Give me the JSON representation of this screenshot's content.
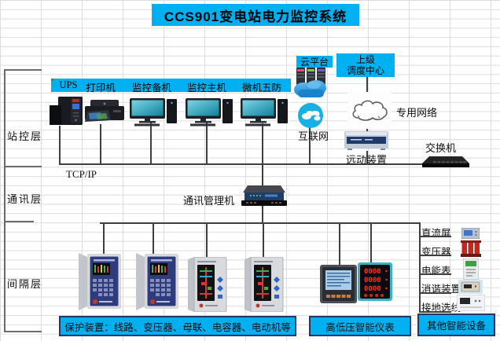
{
  "title": "CCS901变电站电力监控系统",
  "layers": [
    {
      "label": "站控层"
    },
    {
      "label": "通讯层"
    },
    {
      "label": "间隔层"
    }
  ],
  "station": {
    "devices": [
      {
        "label": "UPS"
      },
      {
        "label": "打印机"
      },
      {
        "label": "监控备机"
      },
      {
        "label": "监控主机"
      },
      {
        "label": "微机五防"
      }
    ],
    "protocol_label": "TCP/IP"
  },
  "wan": {
    "cloud_platform_label": "云平台",
    "internet_label": "互联网",
    "dispatch_line1": "上级",
    "dispatch_line2": "调度中心",
    "private_network_label": "专用网络",
    "remote_terminal_label": "远动装置",
    "switch_label": "交换机"
  },
  "comm": {
    "manager_label": "通讯管理机"
  },
  "bay": {
    "protection_caption": "保护装置：线路、变压器、母联、电容器、电动机等",
    "meters_caption": "高低压智能仪表",
    "others_caption": "其他智能设备",
    "other_devices": [
      {
        "label": "直流屏"
      },
      {
        "label": "变压器"
      },
      {
        "label": "电能表"
      },
      {
        "label": "消谐装置"
      },
      {
        "label": "接地选线"
      }
    ]
  },
  "colors": {
    "accent": "#00B0F0",
    "grid_line": "#DCDCDC",
    "wire": "#3F3F3F",
    "box_border": "#1F3864"
  }
}
